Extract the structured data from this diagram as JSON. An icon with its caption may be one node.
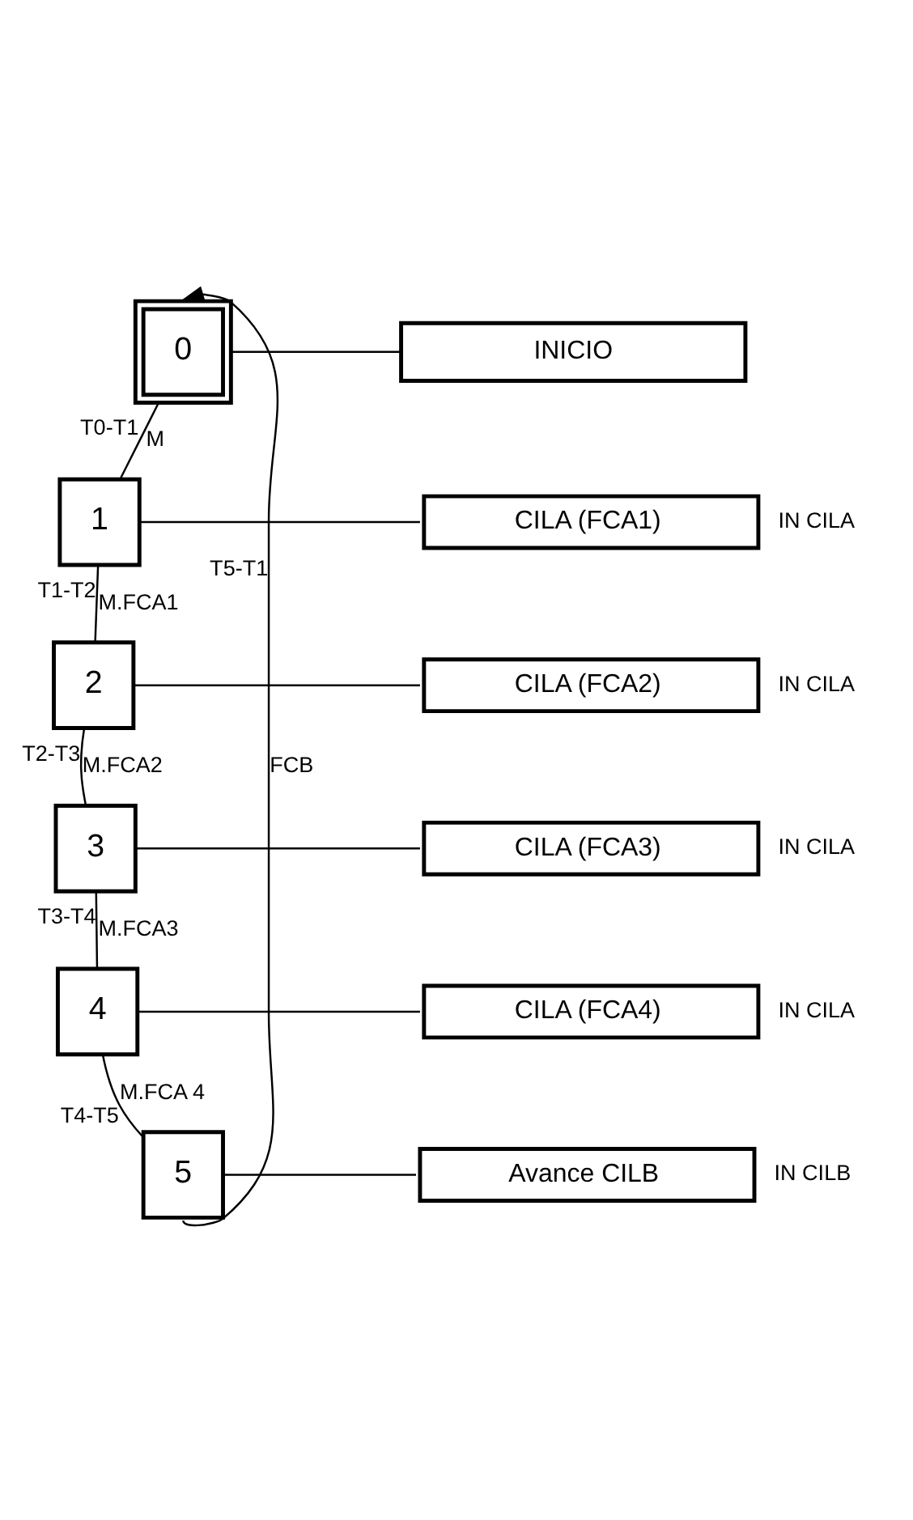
{
  "diagram": {
    "nodes": [
      {
        "text": [
          "0"
        ]
      },
      {
        "text": [
          "INICIO"
        ]
      },
      {
        "text": [
          "1"
        ]
      },
      {
        "text": [
          "CILA (FCA1)"
        ],
        "beside": [
          "IN CILA"
        ]
      },
      {
        "text": [
          "2"
        ]
      },
      {
        "text": [
          "CILA (FCA2)"
        ],
        "beside": [
          "IN CILA"
        ]
      },
      {
        "text": [
          "3"
        ]
      },
      {
        "text": [
          "CILA (FCA3)"
        ],
        "beside": [
          "IN CILA"
        ]
      },
      {
        "text": [
          "4"
        ]
      },
      {
        "text": [
          "CILA (FCA4)"
        ],
        "beside": [
          "IN CILA"
        ]
      },
      {
        "text": [
          "5"
        ]
      },
      {
        "text": [
          "Avance CILB"
        ],
        "beside": [
          "IN CILB"
        ]
      }
    ],
    "edges": [
      {
        "from": 0,
        "to": 1,
        "arrow": "none"
      },
      {
        "from": 0,
        "to": 2,
        "arrow": "none",
        "label": "M"
      },
      {
        "from": 2,
        "to": 3,
        "arrow": "none"
      },
      {
        "from": 2,
        "to": 4,
        "arrow": "none",
        "label": "M.FCA1"
      },
      {
        "from": 4,
        "to": 5,
        "arrow": "none"
      },
      {
        "from": 4,
        "to": 6,
        "arrow": "none",
        "label": "M.FCA2"
      },
      {
        "from": 6,
        "to": 7,
        "arrow": "none"
      },
      {
        "from": 6,
        "to": 8,
        "arrow": "none",
        "label": "M.FCA3"
      },
      {
        "from": 8,
        "to": 9,
        "arrow": "none"
      },
      {
        "from": 8,
        "to": 10,
        "arrow": "none",
        "label": "M.FCA 4"
      },
      {
        "from": 10,
        "to": 11,
        "arrow": "none"
      },
      {
        "from": 10,
        "to": 0,
        "arrow": "to",
        "label": "FCB"
      }
    ],
    "labels": [
      "T0-T1",
      "T1-T2",
      "T2-T3",
      "T3-T4",
      "T4-T5",
      "T5-T1"
    ]
  }
}
